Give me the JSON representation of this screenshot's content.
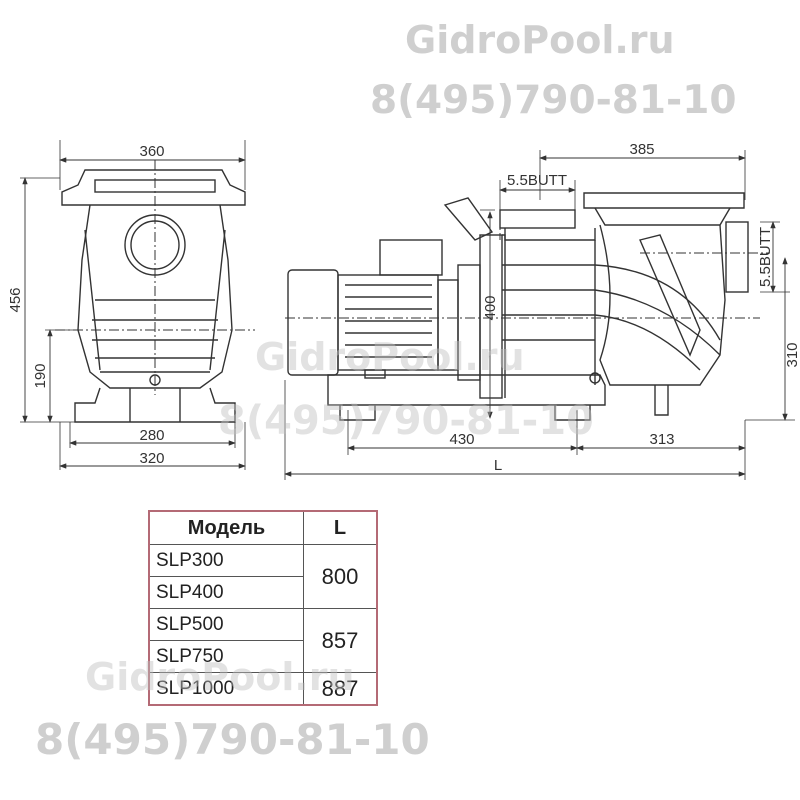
{
  "watermarks": {
    "site": "GidroPool.ru",
    "phone": "8(495)790-81-10"
  },
  "dimensions": {
    "front": {
      "width_top": "360",
      "height_total": "456",
      "axis_height": "190",
      "base_inner": "280",
      "base_outer": "320"
    },
    "side": {
      "top_right": "385",
      "outlet_top": "5.5BUTT",
      "height": "400",
      "inlet_side": "5.5BUTT",
      "inlet_height": "310",
      "base_left": "430",
      "base_right": "313",
      "length": "L"
    }
  },
  "table": {
    "headers": [
      "Модель",
      "L"
    ],
    "rows": [
      {
        "models": [
          "SLP300",
          "SLP400"
        ],
        "L": "800"
      },
      {
        "models": [
          "SLP500",
          "SLP750"
        ],
        "L": "857"
      },
      {
        "models": [
          "SLP1000"
        ],
        "L": "887"
      }
    ]
  },
  "colors": {
    "line": "#333333",
    "watermark": "#cfcfcf",
    "table_border": "#b46a75"
  }
}
